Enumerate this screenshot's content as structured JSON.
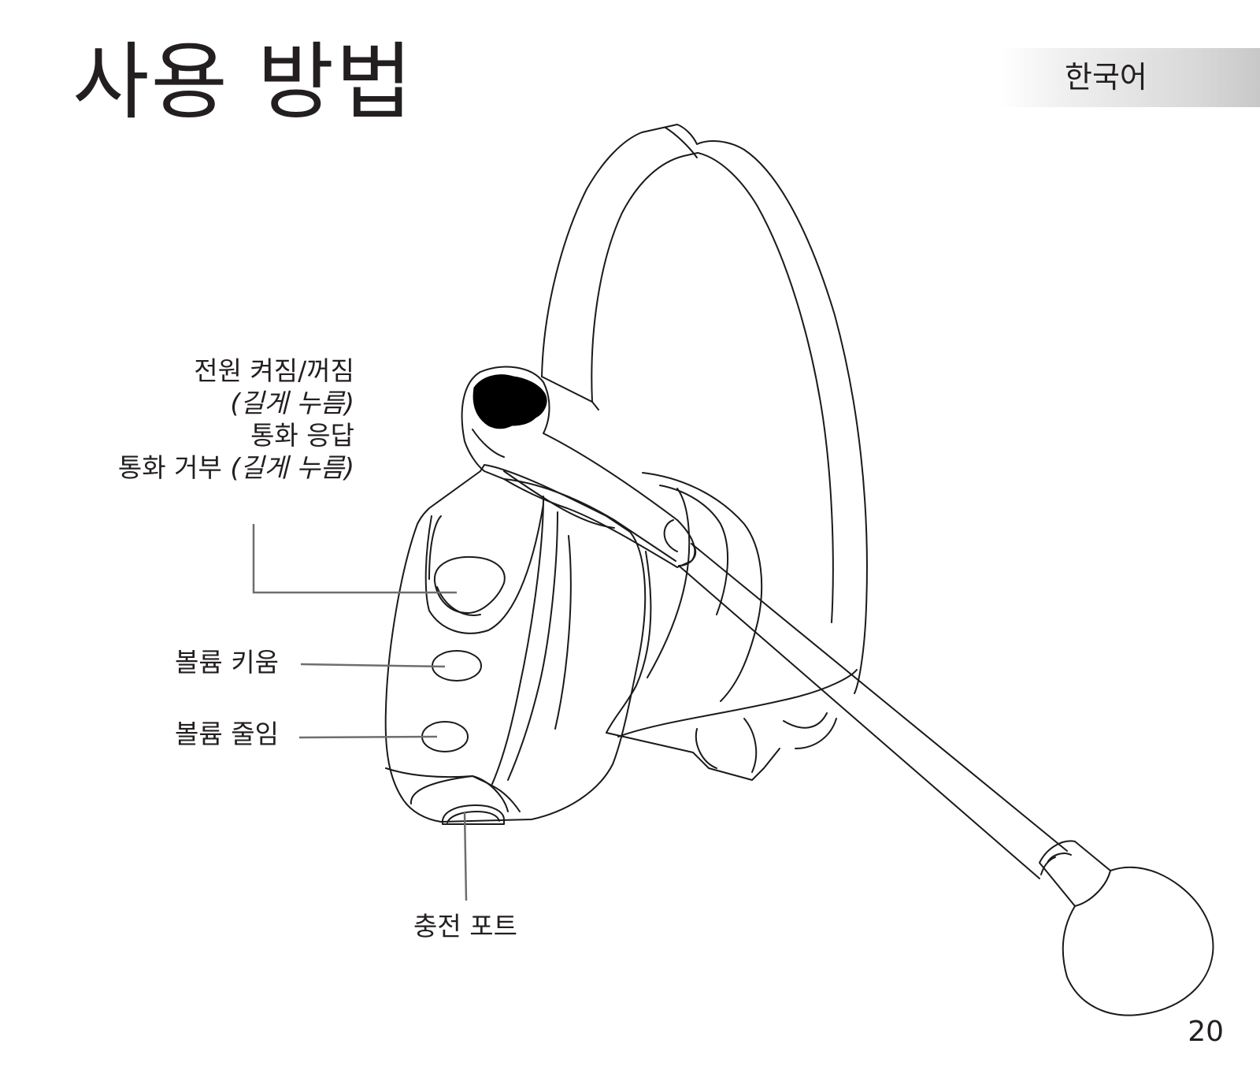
{
  "header": {
    "title": "사용 방법",
    "language_tab": "한국어"
  },
  "callouts": {
    "power": {
      "line1": "전원 켜짐/꺼짐",
      "line1_note": "(길게 누름)",
      "line2": "통화 응답",
      "line3": "통화 거부",
      "line3_note": "(길게 누름)"
    },
    "volume_up": "볼륨 키움",
    "volume_down": "볼륨 줄임",
    "charging_port": "충전 포트"
  },
  "footer": {
    "page_number": "20"
  },
  "colors": {
    "text": "#231f20",
    "line": "#1a1a1a",
    "leader": "#6d6e70",
    "tab_gradient_end": "#c8c8c8"
  },
  "illustration": {
    "icon": "bluetooth-headset-icon"
  }
}
